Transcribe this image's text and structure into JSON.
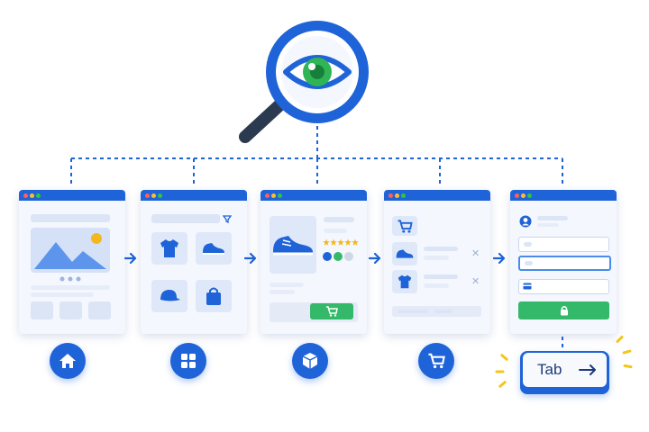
{
  "tab_key": {
    "label": "Tab"
  },
  "rating_stars": 5,
  "colors": {
    "accent": "#1f63d8",
    "success": "#34b86a",
    "eye": "#2fb555",
    "star": "#f5b71e",
    "spark": "#f5c518"
  },
  "steps": [
    {
      "page": "home",
      "icon": "home-icon"
    },
    {
      "page": "category",
      "icon": "grid-icon"
    },
    {
      "page": "product",
      "icon": "box-icon"
    },
    {
      "page": "cart",
      "icon": "cart-icon"
    },
    {
      "page": "checkout",
      "icon": "keyboard-tab-key"
    }
  ],
  "top_icon": "magnifier-eye-icon"
}
